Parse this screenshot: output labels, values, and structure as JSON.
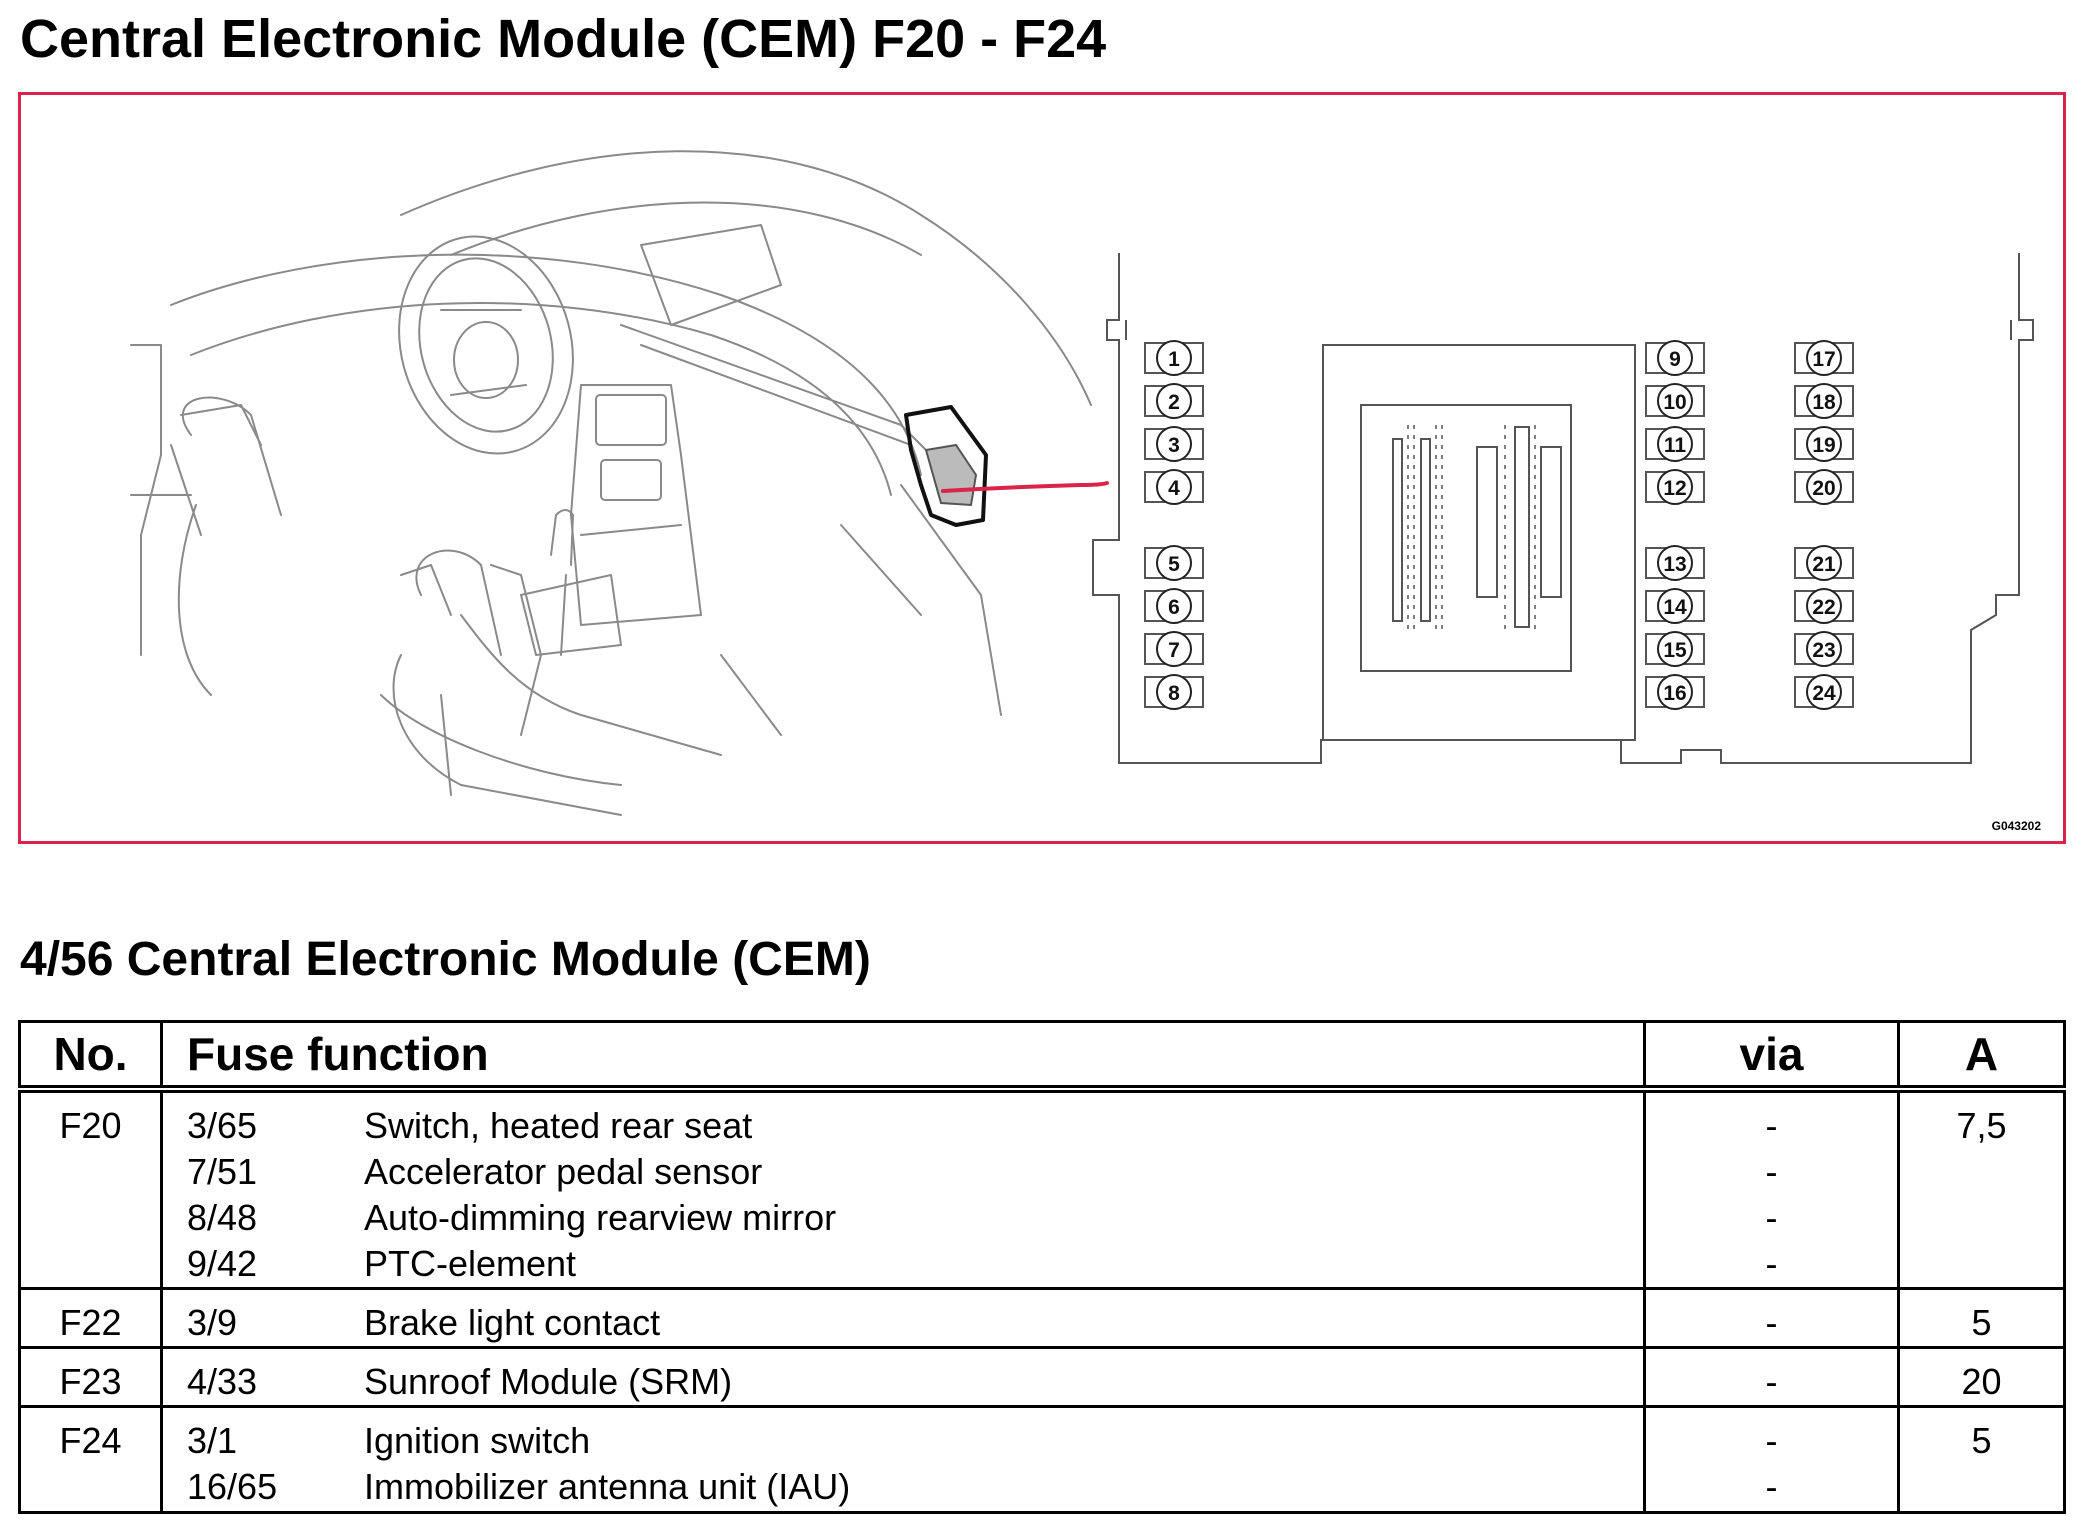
{
  "title": "Central Electronic Module (CEM) F20 - F24",
  "figure_code": "G043202",
  "fuse_box": {
    "left_column": [
      "1",
      "2",
      "3",
      "4",
      "5",
      "6",
      "7",
      "8"
    ],
    "mid_column": [
      "9",
      "10",
      "11",
      "12",
      "13",
      "14",
      "15",
      "16"
    ],
    "right_column": [
      "17",
      "18",
      "19",
      "20",
      "21",
      "22",
      "23",
      "24"
    ]
  },
  "section_title": "4/56 Central Electronic Module (CEM)",
  "table": {
    "headers": {
      "no": "No.",
      "function": "Fuse function",
      "via": "via",
      "a": "A"
    },
    "rows": [
      {
        "no": "F20",
        "amps": "7,5",
        "entries": [
          {
            "code": "3/65",
            "desc": "Switch, heated rear seat",
            "via": "-"
          },
          {
            "code": "7/51",
            "desc": "Accelerator pedal sensor",
            "via": "-"
          },
          {
            "code": "8/48",
            "desc": "Auto-dimming rearview mirror",
            "via": "-"
          },
          {
            "code": "9/42",
            "desc": "PTC-element",
            "via": "-"
          }
        ]
      },
      {
        "no": "F22",
        "amps": "5",
        "entries": [
          {
            "code": "3/9",
            "desc": "Brake light contact",
            "via": "-"
          }
        ]
      },
      {
        "no": "F23",
        "amps": "20",
        "entries": [
          {
            "code": "4/33",
            "desc": "Sunroof Module (SRM)",
            "via": "-"
          }
        ]
      },
      {
        "no": "F24",
        "amps": "5",
        "entries": [
          {
            "code": "3/1",
            "desc": "Ignition switch",
            "via": "-"
          },
          {
            "code": "16/65",
            "desc": "Immobilizer antenna unit (IAU)",
            "via": "-"
          }
        ]
      }
    ]
  },
  "colors": {
    "frame": "#d9254a",
    "pointer": "#d9254a",
    "line": "#555555"
  }
}
